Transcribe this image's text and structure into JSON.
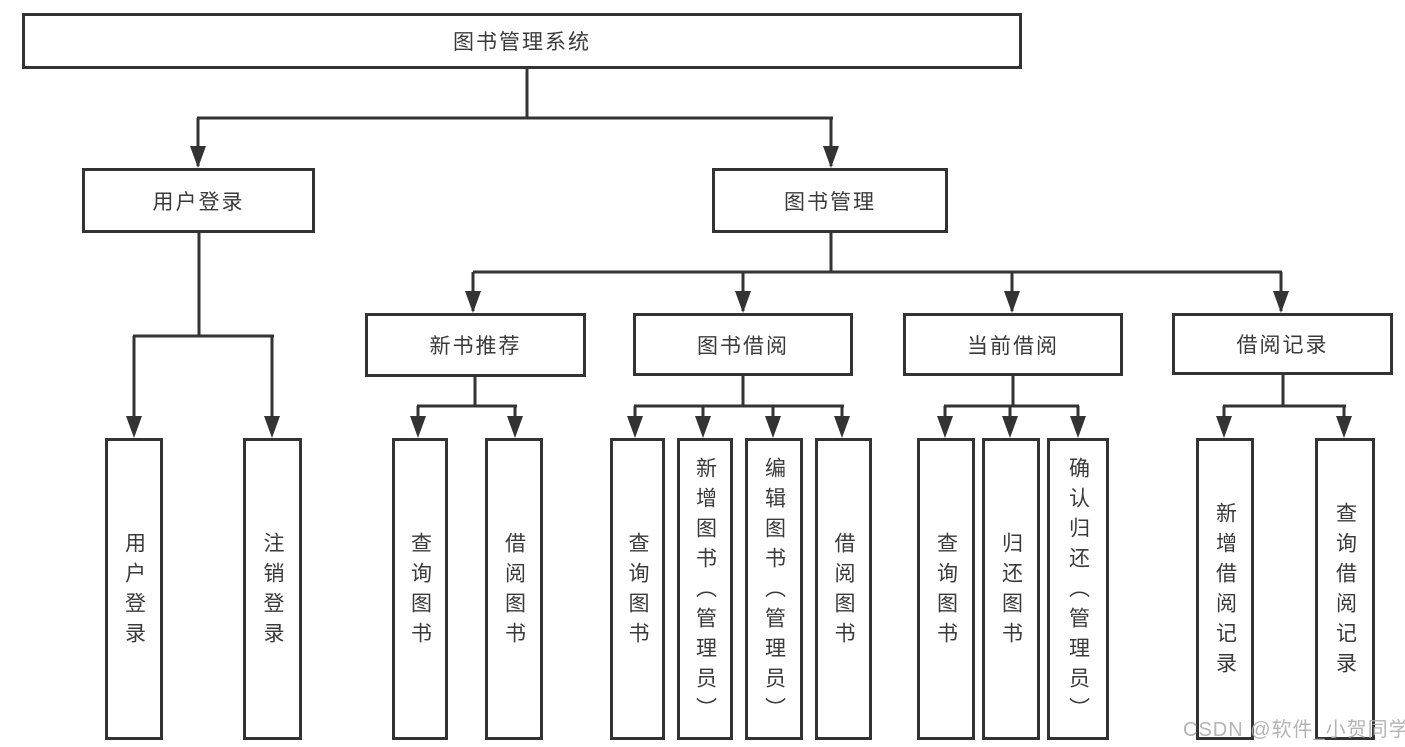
{
  "diagram": {
    "root": {
      "label": "图书管理系统"
    },
    "level2": [
      {
        "label": "用户登录"
      },
      {
        "label": "图书管理"
      }
    ],
    "level3": [
      {
        "label": "新书推荐"
      },
      {
        "label": "图书借阅"
      },
      {
        "label": "当前借阅"
      },
      {
        "label": "借阅记录"
      }
    ],
    "leaves": {
      "user_login": [
        {
          "label": "用户登录"
        },
        {
          "label": "注销登录"
        }
      ],
      "new_books": [
        {
          "label": "查询图书"
        },
        {
          "label": "借阅图书"
        }
      ],
      "book_borrow": [
        {
          "label": "查询图书"
        },
        {
          "label": "新增图书（管理员）"
        },
        {
          "label": "编辑图书（管理员）"
        },
        {
          "label": "借阅图书"
        }
      ],
      "current_borrow": [
        {
          "label": "查询图书"
        },
        {
          "label": "归还图书"
        },
        {
          "label": "确认归还（管理员）"
        }
      ],
      "borrow_records": [
        {
          "label": "新增借阅记录"
        },
        {
          "label": "查询借阅记录"
        }
      ]
    }
  },
  "watermark": {
    "text": "CSDN @软件_小贺同学"
  },
  "colors": {
    "line": "#333333",
    "box_border": "#333333",
    "box_fill": "#ffffff",
    "text": "#3a3a3a",
    "watermark": "#aeaeae",
    "background": "#ffffff"
  }
}
